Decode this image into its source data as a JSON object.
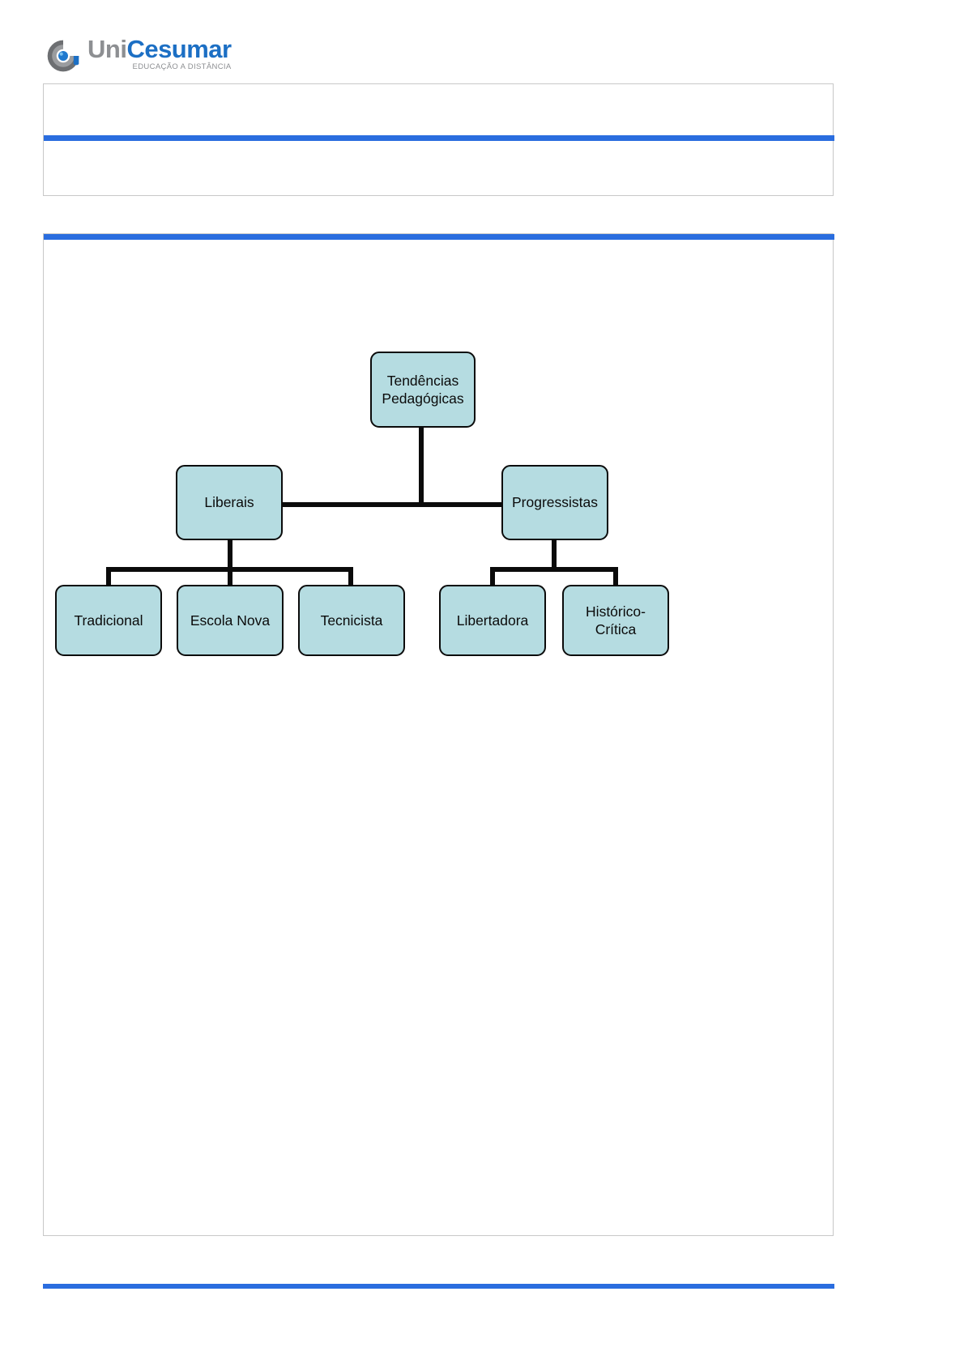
{
  "brand": {
    "name_part1": "Uni",
    "name_part2": "Cesumar",
    "tagline": "EDUCAÇÃO A DISTÂNCIA",
    "logo_icon": "unicesumar-circle-logo",
    "accent_color": "#2a6ddf",
    "wordmark_gray": "#8d8f92",
    "wordmark_blue": "#1c6fc4"
  },
  "header": {
    "top_text": "",
    "bottom_text": ""
  },
  "content": {
    "body_text": ""
  },
  "diagram": {
    "node_fill_color": "#b5dce1",
    "node_border_color": "#0b0b0b",
    "connector_color": "#0b0b0b",
    "nodes": [
      {
        "id": "root",
        "label": "Tendências\nPedagógicas",
        "level": 0
      },
      {
        "id": "liberais",
        "label": "Liberais",
        "level": 1
      },
      {
        "id": "progressistas",
        "label": "Progressistas",
        "level": 1
      },
      {
        "id": "tradicional",
        "label": "Tradicional",
        "level": 2
      },
      {
        "id": "escola-nova",
        "label": "Escola Nova",
        "level": 2
      },
      {
        "id": "tecnicista",
        "label": "Tecnicista",
        "level": 2
      },
      {
        "id": "libertadora",
        "label": "Libertadora",
        "level": 2
      },
      {
        "id": "historico",
        "label": "Histórico-\nCrítica",
        "level": 2
      }
    ]
  }
}
